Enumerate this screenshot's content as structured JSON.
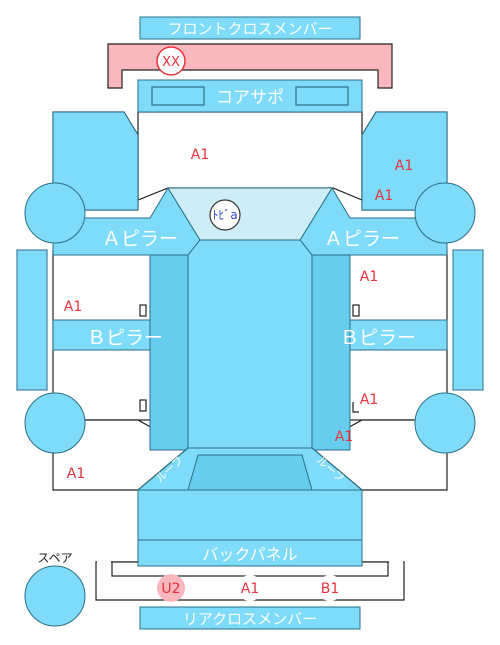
{
  "parts": {
    "front_cross_member": "フロントクロスメンバー",
    "core_support": "コアサポ",
    "a_pillar_left": "Ａピラー",
    "a_pillar_right": "Ａピラー",
    "b_pillar_left": "Ｂピラー",
    "b_pillar_right": "Ｂピラー",
    "back_panel": "バックパネル",
    "rear_cross_member": "リアクロスメンバー",
    "spare": "スペア",
    "roof_label_left": "ルーフ",
    "roof_label_right": "ルーフ"
  },
  "marks": {
    "front_cross_member": "XX",
    "dash_panel": "ﾄﾋﾞa",
    "hood_area": "A1",
    "fender_right_1": "A1",
    "fender_right_2": "A1",
    "front_door_left": "A1",
    "front_door_right": "A1",
    "rear_door_right": "A1",
    "rear_fender_right": "A1",
    "rear_fender_left": "A1",
    "rear_member_1": "U2",
    "rear_member_2": "A1",
    "rear_member_3": "B1"
  },
  "colors": {
    "frame": "#7fdbfa",
    "frame_dark": "#66cdee",
    "glass": "#cdeef7",
    "damaged": "#f9b8bd",
    "code": "#e8333c"
  }
}
